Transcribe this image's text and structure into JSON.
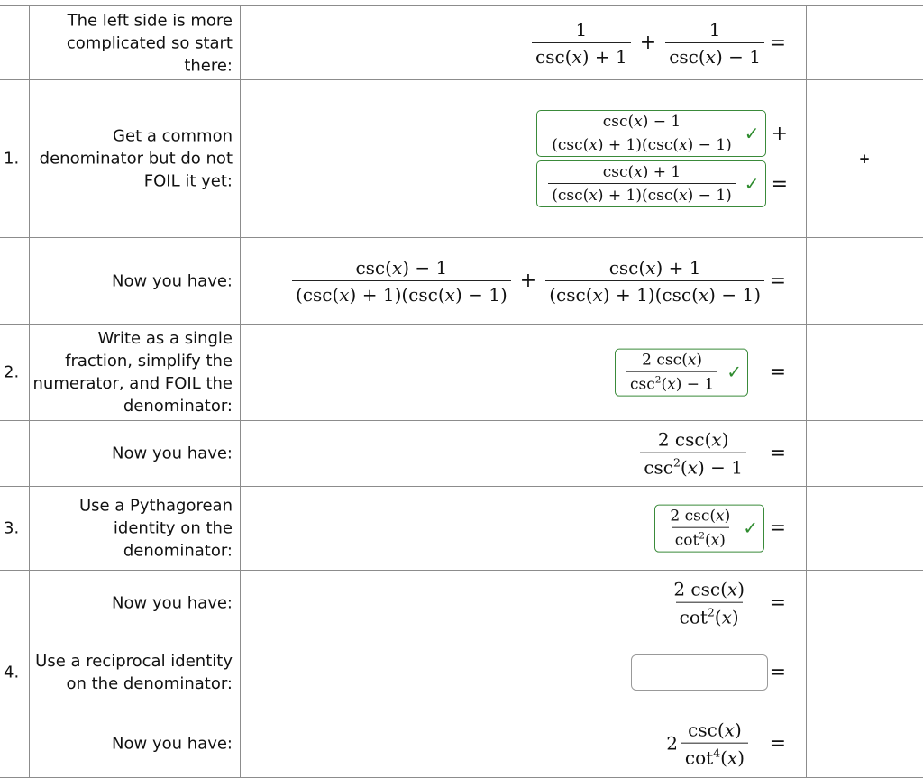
{
  "rows": [
    {
      "num": "",
      "instruction": "The left side is more complicated so start there:"
    },
    {
      "num": "1.",
      "instruction": "Get a common denominator but do not FOIL it yet:",
      "extra": "+"
    },
    {
      "num": "",
      "instruction": "Now you have:"
    },
    {
      "num": "2.",
      "instruction": "Write as a single fraction, simplify the numerator, and FOIL the denominator:"
    },
    {
      "num": "",
      "instruction": "Now you have:"
    },
    {
      "num": "3.",
      "instruction": "Use a Pythagorean identity on the denominator:"
    },
    {
      "num": "",
      "instruction": "Now you have:"
    },
    {
      "num": "4.",
      "instruction": "Use a reciprocal identity on the denominator:"
    },
    {
      "num": "",
      "instruction": "Now you have:"
    }
  ],
  "symbols": {
    "plus": "+",
    "equals": "=",
    "check": "✓"
  },
  "math": {
    "one": "1",
    "csc": "csc",
    "x": "x",
    "cot": "cot",
    "two": "2",
    "sq": "2",
    "fourth": "4",
    "plus_one": " + 1",
    "minus_one": " − 1"
  },
  "step4_answer": ""
}
